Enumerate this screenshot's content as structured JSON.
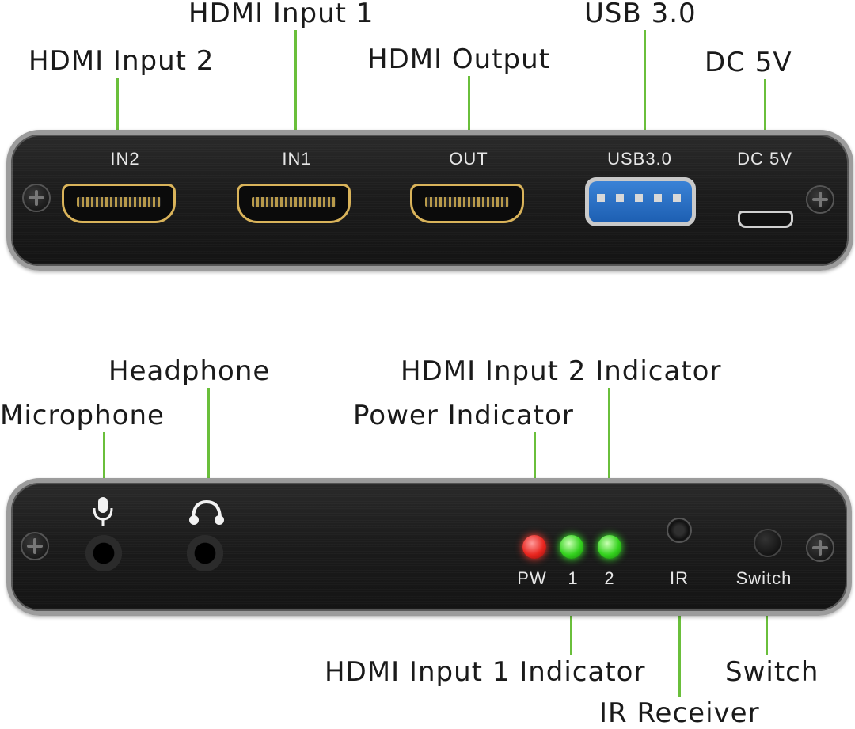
{
  "callouts": {
    "hdmi_input_1": "HDMI Input 1",
    "hdmi_input_2": "HDMI Input 2",
    "hdmi_output": "HDMI Output",
    "usb_30": "USB 3.0",
    "dc_5v": "DC 5V",
    "headphone": "Headphone",
    "microphone": "Microphone",
    "hdmi_input_2_indicator": "HDMI Input 2 Indicator",
    "power_indicator": "Power Indicator",
    "hdmi_input_1_indicator": "HDMI Input 1 Indicator",
    "switch": "Switch",
    "ir_receiver": "IR Receiver"
  },
  "rear_panel": {
    "in2": "IN2",
    "in1": "IN1",
    "out": "OUT",
    "usb": "USB3.0",
    "dc": "DC 5V"
  },
  "front_panel": {
    "pw": "PW",
    "led1": "1",
    "led2": "2",
    "ir": "IR",
    "switch": "Switch"
  },
  "colors": {
    "leader": "#6abf3b",
    "hdmi_port": "#d9b35a",
    "usb_blue": "#2a72c9",
    "led_red": "#e8261f",
    "led_green": "#34d21e"
  }
}
